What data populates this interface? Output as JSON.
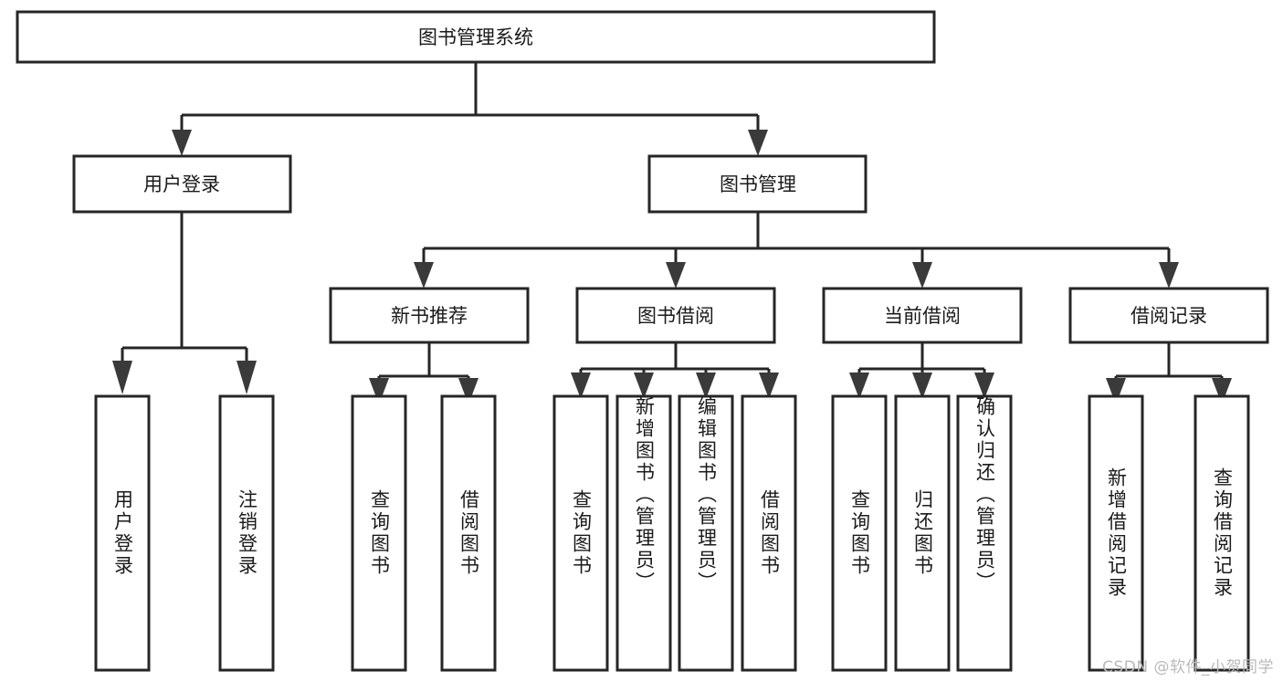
{
  "diagram": {
    "type": "tree",
    "title": "图书管理系统",
    "orientation": "top-down",
    "colors": {
      "box_fill": "#ffffff",
      "box_stroke": "#262626",
      "text": "#1a1a1a",
      "watermark": "#b9b9b9"
    },
    "root": {
      "label": "图书管理系统"
    },
    "level2": [
      {
        "label": "用户登录"
      },
      {
        "label": "图书管理"
      }
    ],
    "level3": [
      {
        "label": "新书推荐"
      },
      {
        "label": "图书借阅"
      },
      {
        "label": "当前借阅"
      },
      {
        "label": "借阅记录"
      }
    ],
    "leaves": {
      "user_login": [
        {
          "label": "用户登录"
        },
        {
          "label": "注销登录"
        }
      ],
      "new_book": [
        {
          "label": "查询图书"
        },
        {
          "label": "借阅图书"
        }
      ],
      "book_borrow": [
        {
          "label": "查询图书"
        },
        {
          "label": "新增图书（管理员）"
        },
        {
          "label": "编辑图书（管理员）"
        },
        {
          "label": "借阅图书"
        }
      ],
      "current_borrow": [
        {
          "label": "查询图书"
        },
        {
          "label": "归还图书"
        },
        {
          "label": "确认归还（管理员）"
        }
      ],
      "borrow_record": [
        {
          "label": "新增借阅记录"
        },
        {
          "label": "查询借阅记录"
        }
      ]
    }
  },
  "watermark": {
    "text": "CSDN @软件_小贺同学"
  }
}
